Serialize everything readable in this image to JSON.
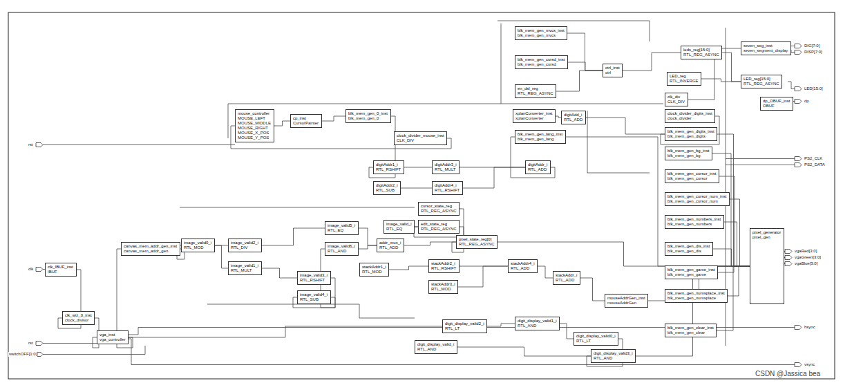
{
  "diagram": {
    "nodes": [
      {
        "text": [
          "blk_mem_gen_mvcs_inst",
          "blk_mem_gen_mvcs"
        ]
      },
      {
        "text": [
          "blk_mem_gen_cursd_inst",
          "blk_mem_gen_cursd"
        ]
      },
      {
        "text": [
          "en_dsl_reg",
          "RTL_REG_ASYNC"
        ]
      },
      {
        "text": [
          "ctrl_inst",
          "ctrl"
        ]
      },
      {
        "text": [
          "leds_reg[15:0]",
          "RTL_REG_ASYNC"
        ]
      },
      {
        "text": [
          "LED_reg",
          "RTL_INVERGE"
        ]
      },
      {
        "text": [
          "seven_seg_inst",
          "seven_segment_display"
        ]
      },
      {
        "text": [
          "LED_reg[15:0]",
          "RTL_REG_ASYNC"
        ]
      },
      {
        "text": [
          "clk_div",
          "CLK_DIV"
        ]
      },
      {
        "text": [
          "dp_OBUF_inst",
          "OBUF"
        ]
      },
      {
        "text": [
          "mouse_controller",
          "MOUSE_LEFT",
          "MOUSE_MIDDLE",
          "MOUSE_RIGHT",
          "MOUSE_X_POS",
          "MOUSE_Y_POS"
        ]
      },
      {
        "text": [
          "cp_inst",
          "CursorPainter"
        ]
      },
      {
        "text": [
          "blk_mem_gen_0_inst",
          "blk_mem_gen_0"
        ]
      },
      {
        "text": [
          "clock_divider_mouse_inst",
          "CLK_DIV"
        ]
      },
      {
        "text": [
          "xplanConverter_inst",
          "xplanConverter"
        ]
      },
      {
        "text": [
          "digitAdd_i",
          "RTL_ADD"
        ]
      },
      {
        "text": [
          "blk_mem_gen_lang_inst",
          "blk_mem_gen_lang"
        ]
      },
      {
        "text": [
          "clock_divider_digits_inst",
          "clock_divider"
        ]
      },
      {
        "text": [
          "blk_mem_gen_digits_inst",
          "blk_mem_gen_digits"
        ]
      },
      {
        "text": [
          "blk_mem_gen_bg_inst",
          "blk_mem_gen_bg"
        ]
      },
      {
        "text": [
          "blk_mem_gen_cursor_inst",
          "blk_mem_gen_cursor"
        ]
      },
      {
        "text": [
          "blk_mem_gen_cursor_num_inst",
          "blk_mem_gen_cursor_num"
        ]
      },
      {
        "text": [
          "blk_mem_gen_numbers_inst",
          "blk_mem_gen_numbers"
        ]
      },
      {
        "text": [
          "blk_mem_gen_dis_inst",
          "blk_mem_gen_dis"
        ]
      },
      {
        "text": [
          "blk_mem_gen_game_inst",
          "blk_mem_gen_game"
        ]
      },
      {
        "text": [
          "blk_mem_gen_numsplace_inst",
          "blk_mem_gen_numsplace"
        ]
      },
      {
        "text": [
          "blk_mem_gen_clear_inst",
          "blk_mem_gen_clear"
        ]
      },
      {
        "text": [
          "pixel_generator",
          "pixel_gen"
        ]
      },
      {
        "text": [
          "canvas_mem_addr_gen_inst",
          "canvas_mem_addr_gen"
        ]
      },
      {
        "text": [
          "clk_IBUF_inst",
          "IBUF"
        ]
      },
      {
        "text": [
          "clk_wiz_0_inst",
          "clock_divisor"
        ]
      },
      {
        "text": [
          "vga_inst",
          "vga_controller"
        ]
      },
      {
        "text": [
          "image_valid0_i",
          "RTL_MOD"
        ]
      },
      {
        "text": [
          "image_valid2_i",
          "RTL_DIV"
        ]
      },
      {
        "text": [
          "image_valid1_i",
          "RTL_MULT"
        ]
      },
      {
        "text": [
          "image_valid3_i",
          "RTL_RSHIFT"
        ]
      },
      {
        "text": [
          "image_valid4_i",
          "RTL_SUB"
        ]
      },
      {
        "text": [
          "image_valid5_i",
          "RTL_EQ"
        ]
      },
      {
        "text": [
          "image_valid6_i",
          "RTL_AND"
        ]
      },
      {
        "text": [
          "addr_mux_i",
          "RTL_ADD"
        ]
      },
      {
        "text": [
          "image_valid_i",
          "RTL_EQ"
        ]
      },
      {
        "text": [
          "digitAddr1_i",
          "RTL_RSHIFT"
        ]
      },
      {
        "text": [
          "digitAddr2_i",
          "RTL_SUB"
        ]
      },
      {
        "text": [
          "digitAddr3_i",
          "RTL_MULT"
        ]
      },
      {
        "text": [
          "digitAddr4_i",
          "RTL_RSHIFT"
        ]
      },
      {
        "text": [
          "digitAddr_i",
          "RTL_ADD"
        ]
      },
      {
        "text": [
          "cursor_state_reg",
          "RTL_REG_ASYNC"
        ]
      },
      {
        "text": [
          "edit_state_reg",
          "RTL_REG_ASYNC"
        ]
      },
      {
        "text": [
          "pixel_state_reg[0]",
          "RTL_REG_ASYNC"
        ]
      },
      {
        "text": [
          "stackAddr1_i",
          "RTL_MOD"
        ]
      },
      {
        "text": [
          "stackAddr2_i",
          "RTL_RSHIFT"
        ]
      },
      {
        "text": [
          "stackAddr3_i",
          "RTL_MOD"
        ]
      },
      {
        "text": [
          "stackAddr4_i",
          "RTL_ADD"
        ]
      },
      {
        "text": [
          "stackAddr_i",
          "RTL_ADD"
        ]
      },
      {
        "text": [
          "mouseAddrGen_inst",
          "mouseAddrGen"
        ]
      },
      {
        "text": [
          "digit_display_valid2_i",
          "RTL_LT"
        ]
      },
      {
        "text": [
          "digit_display_valid1_i",
          "RTL_AND"
        ]
      },
      {
        "text": [
          "digit_display_valid0_i",
          "RTL_LT"
        ]
      },
      {
        "text": [
          "digit_display_valid3_i",
          "RTL_AND"
        ]
      },
      {
        "text": [
          "digit_display_valid_i",
          "RTL_AND"
        ]
      }
    ],
    "edges": [
      {
        "from": 29,
        "to": 30,
        "arrow": "none"
      },
      {
        "from": 30,
        "to": 31,
        "arrow": "none"
      },
      {
        "from": 31,
        "to": 28,
        "arrow": "none"
      },
      {
        "from": 28,
        "to": 32,
        "arrow": "none"
      },
      {
        "from": 32,
        "to": 33,
        "arrow": "none"
      },
      {
        "from": 32,
        "to": 34,
        "arrow": "none"
      },
      {
        "from": 33,
        "to": 37,
        "arrow": "none"
      },
      {
        "from": 34,
        "to": 35,
        "arrow": "none"
      },
      {
        "from": 35,
        "to": 36,
        "arrow": "none"
      },
      {
        "from": 36,
        "to": 38,
        "arrow": "none"
      },
      {
        "from": 37,
        "to": 39,
        "arrow": "none"
      },
      {
        "from": 38,
        "to": 39,
        "arrow": "none"
      },
      {
        "from": 39,
        "to": 48,
        "arrow": "none"
      },
      {
        "from": 40,
        "to": 47,
        "arrow": "none"
      },
      {
        "from": 46,
        "to": 47,
        "arrow": "none"
      },
      {
        "from": 47,
        "to": 48,
        "arrow": "none"
      },
      {
        "from": 48,
        "to": 27,
        "arrow": "none"
      },
      {
        "from": 10,
        "to": 11,
        "arrow": "none"
      },
      {
        "from": 11,
        "to": 12,
        "arrow": "none"
      },
      {
        "from": 13,
        "to": 10,
        "arrow": "none"
      },
      {
        "from": 12,
        "to": 41,
        "arrow": "none"
      },
      {
        "from": 41,
        "to": 43,
        "arrow": "none"
      },
      {
        "from": 42,
        "to": 44,
        "arrow": "none"
      },
      {
        "from": 43,
        "to": 45,
        "arrow": "none"
      },
      {
        "from": 44,
        "to": 45,
        "arrow": "none"
      },
      {
        "from": 45,
        "to": 16,
        "arrow": "none"
      },
      {
        "from": 14,
        "to": 15,
        "arrow": "none"
      },
      {
        "from": 15,
        "to": 18,
        "arrow": "none"
      },
      {
        "from": 0,
        "to": 3,
        "arrow": "none"
      },
      {
        "from": 1,
        "to": 3,
        "arrow": "none"
      },
      {
        "from": 2,
        "to": 3,
        "arrow": "none"
      },
      {
        "from": 3,
        "to": 4,
        "arrow": "none"
      },
      {
        "from": 4,
        "to": 7,
        "arrow": "none"
      },
      {
        "from": 5,
        "to": 7,
        "arrow": "none"
      },
      {
        "from": 8,
        "to": 6,
        "arrow": "none"
      },
      {
        "from": 17,
        "to": 18,
        "arrow": "none"
      },
      {
        "from": 18,
        "to": 27,
        "arrow": "none"
      },
      {
        "from": 19,
        "to": 27,
        "arrow": "none"
      },
      {
        "from": 20,
        "to": 27,
        "arrow": "none"
      },
      {
        "from": 21,
        "to": 27,
        "arrow": "none"
      },
      {
        "from": 22,
        "to": 27,
        "arrow": "none"
      },
      {
        "from": 23,
        "to": 27,
        "arrow": "none"
      },
      {
        "from": 24,
        "to": 27,
        "arrow": "none"
      },
      {
        "from": 25,
        "to": 27,
        "arrow": "none"
      },
      {
        "from": 26,
        "to": 27,
        "arrow": "none"
      },
      {
        "from": 49,
        "to": 50,
        "arrow": "none"
      },
      {
        "from": 50,
        "to": 52,
        "arrow": "none"
      },
      {
        "from": 51,
        "to": 52,
        "arrow": "none"
      },
      {
        "from": 52,
        "to": 53,
        "arrow": "none"
      },
      {
        "from": 53,
        "to": 54,
        "arrow": "none"
      },
      {
        "from": 54,
        "to": 27,
        "arrow": "none"
      },
      {
        "from": 31,
        "to": 55,
        "arrow": "none"
      },
      {
        "from": 55,
        "to": 56,
        "arrow": "none"
      },
      {
        "from": 56,
        "to": 57,
        "arrow": "none"
      },
      {
        "from": 57,
        "to": 58,
        "arrow": "none"
      },
      {
        "from": 59,
        "to": 58,
        "arrow": "none"
      },
      {
        "from": 58,
        "to": 27,
        "arrow": "none"
      },
      {
        "from": 16,
        "to": 27,
        "arrow": "none"
      }
    ],
    "labels": [
      "rst",
      "clk",
      "rst",
      "switchOFF[1:0]",
      "DIG[7:0]",
      "DISP[7:0]",
      "LED[15:0]",
      "dp",
      "PS2_CLK",
      "PS2_DATA",
      "vgaRed[3:0]",
      "vgaGreen[3:0]",
      "vgaBlue[3:0]",
      "hsync",
      "vsync",
      "CSDN @Jassica bea"
    ]
  }
}
